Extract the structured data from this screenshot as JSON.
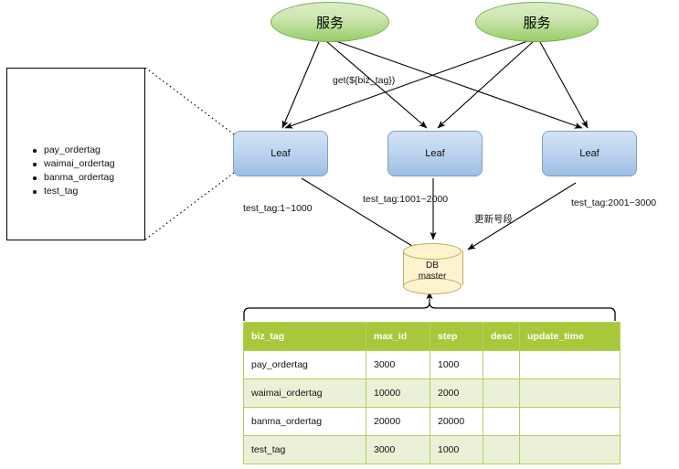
{
  "diagram": {
    "services": [
      {
        "label": "服务",
        "name": "service-node-left"
      },
      {
        "label": "服务",
        "name": "service-node-right"
      }
    ],
    "leaves": [
      {
        "label": "Leaf",
        "name": "leaf-node-1"
      },
      {
        "label": "Leaf",
        "name": "leaf-node-2"
      },
      {
        "label": "Leaf",
        "name": "leaf-node-3"
      }
    ],
    "database": {
      "line1": "DB",
      "line2": "master"
    },
    "edge_labels": {
      "get_call": "get(${biz_tag})",
      "leaf1_range": "test_tag:1~1000",
      "leaf2_range": "test_tag:1001~2000",
      "leaf3_range": "test_tag:2001~3000",
      "update_segment": "更新号段"
    },
    "callout": {
      "items": [
        "pay_ordertag",
        "waimai_ordertag",
        "banma_ordertag",
        "test_tag"
      ]
    },
    "colors": {
      "service_fill": "#9acd68",
      "leaf_fill": "#9dbfe4",
      "db_fill": "#fdf3cf",
      "table_header": "#a8c83c",
      "table_row_alt": "#eaf1d7"
    }
  },
  "table": {
    "columns": [
      "biz_tag",
      "max_id",
      "step",
      "desc",
      "update_time"
    ],
    "rows": [
      {
        "biz_tag": "pay_ordertag",
        "max_id": "3000",
        "step": "1000",
        "desc": "",
        "update_time": ""
      },
      {
        "biz_tag": "waimai_ordertag",
        "max_id": "10000",
        "step": "2000",
        "desc": "",
        "update_time": ""
      },
      {
        "biz_tag": "banma_ordertag",
        "max_id": "20000",
        "step": "20000",
        "desc": "",
        "update_time": ""
      },
      {
        "biz_tag": "test_tag",
        "max_id": "3000",
        "step": "1000",
        "desc": "",
        "update_time": ""
      }
    ]
  }
}
